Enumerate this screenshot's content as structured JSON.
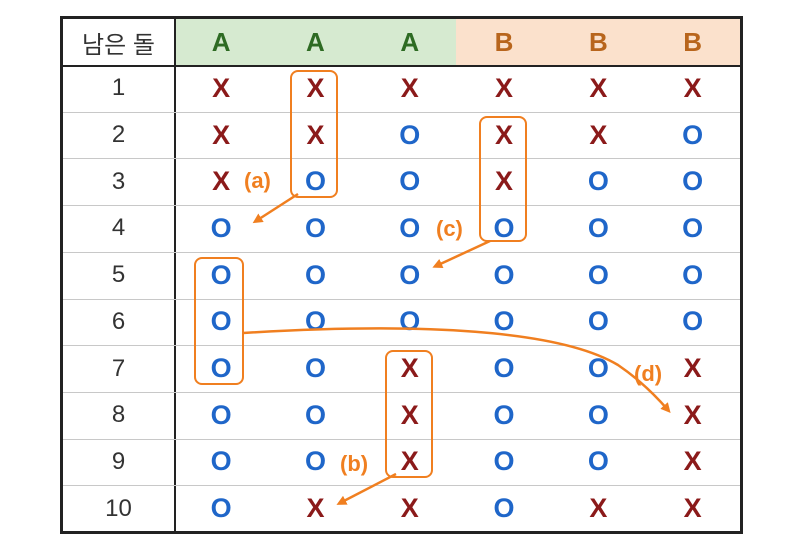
{
  "header": {
    "corner_label": "남은 돌",
    "columns": [
      {
        "label": "A",
        "group": "A"
      },
      {
        "label": "A",
        "group": "A"
      },
      {
        "label": "A",
        "group": "A"
      },
      {
        "label": "B",
        "group": "B"
      },
      {
        "label": "B",
        "group": "B"
      },
      {
        "label": "B",
        "group": "B"
      }
    ],
    "group_colors": {
      "A_bg": "#d6ead0",
      "A_text": "#2e6b23",
      "B_bg": "#fbe1cc",
      "B_text": "#b8651c"
    }
  },
  "mark_colors": {
    "X": "#8b1a1a",
    "O": "#1f66c9"
  },
  "rows": [
    {
      "n": "1",
      "cells": [
        "X",
        "X",
        "X",
        "X",
        "X",
        "X"
      ]
    },
    {
      "n": "2",
      "cells": [
        "X",
        "X",
        "O",
        "X",
        "X",
        "O"
      ]
    },
    {
      "n": "3",
      "cells": [
        "X",
        "O",
        "O",
        "X",
        "O",
        "O"
      ]
    },
    {
      "n": "4",
      "cells": [
        "O",
        "O",
        "O",
        "O",
        "O",
        "O"
      ]
    },
    {
      "n": "5",
      "cells": [
        "O",
        "O",
        "O",
        "O",
        "O",
        "O"
      ]
    },
    {
      "n": "6",
      "cells": [
        "O",
        "O",
        "O",
        "O",
        "O",
        "O"
      ]
    },
    {
      "n": "7",
      "cells": [
        "O",
        "O",
        "X",
        "O",
        "O",
        "X"
      ]
    },
    {
      "n": "8",
      "cells": [
        "O",
        "O",
        "X",
        "O",
        "O",
        "X"
      ]
    },
    {
      "n": "9",
      "cells": [
        "O",
        "O",
        "X",
        "O",
        "O",
        "X"
      ]
    },
    {
      "n": "10",
      "cells": [
        "O",
        "X",
        "X",
        "O",
        "X",
        "X"
      ]
    }
  ],
  "annotations": [
    {
      "label": "(a)"
    },
    {
      "label": "(b)"
    },
    {
      "label": "(c)"
    },
    {
      "label": "(d)"
    }
  ],
  "highlight_color": "#f07f20"
}
